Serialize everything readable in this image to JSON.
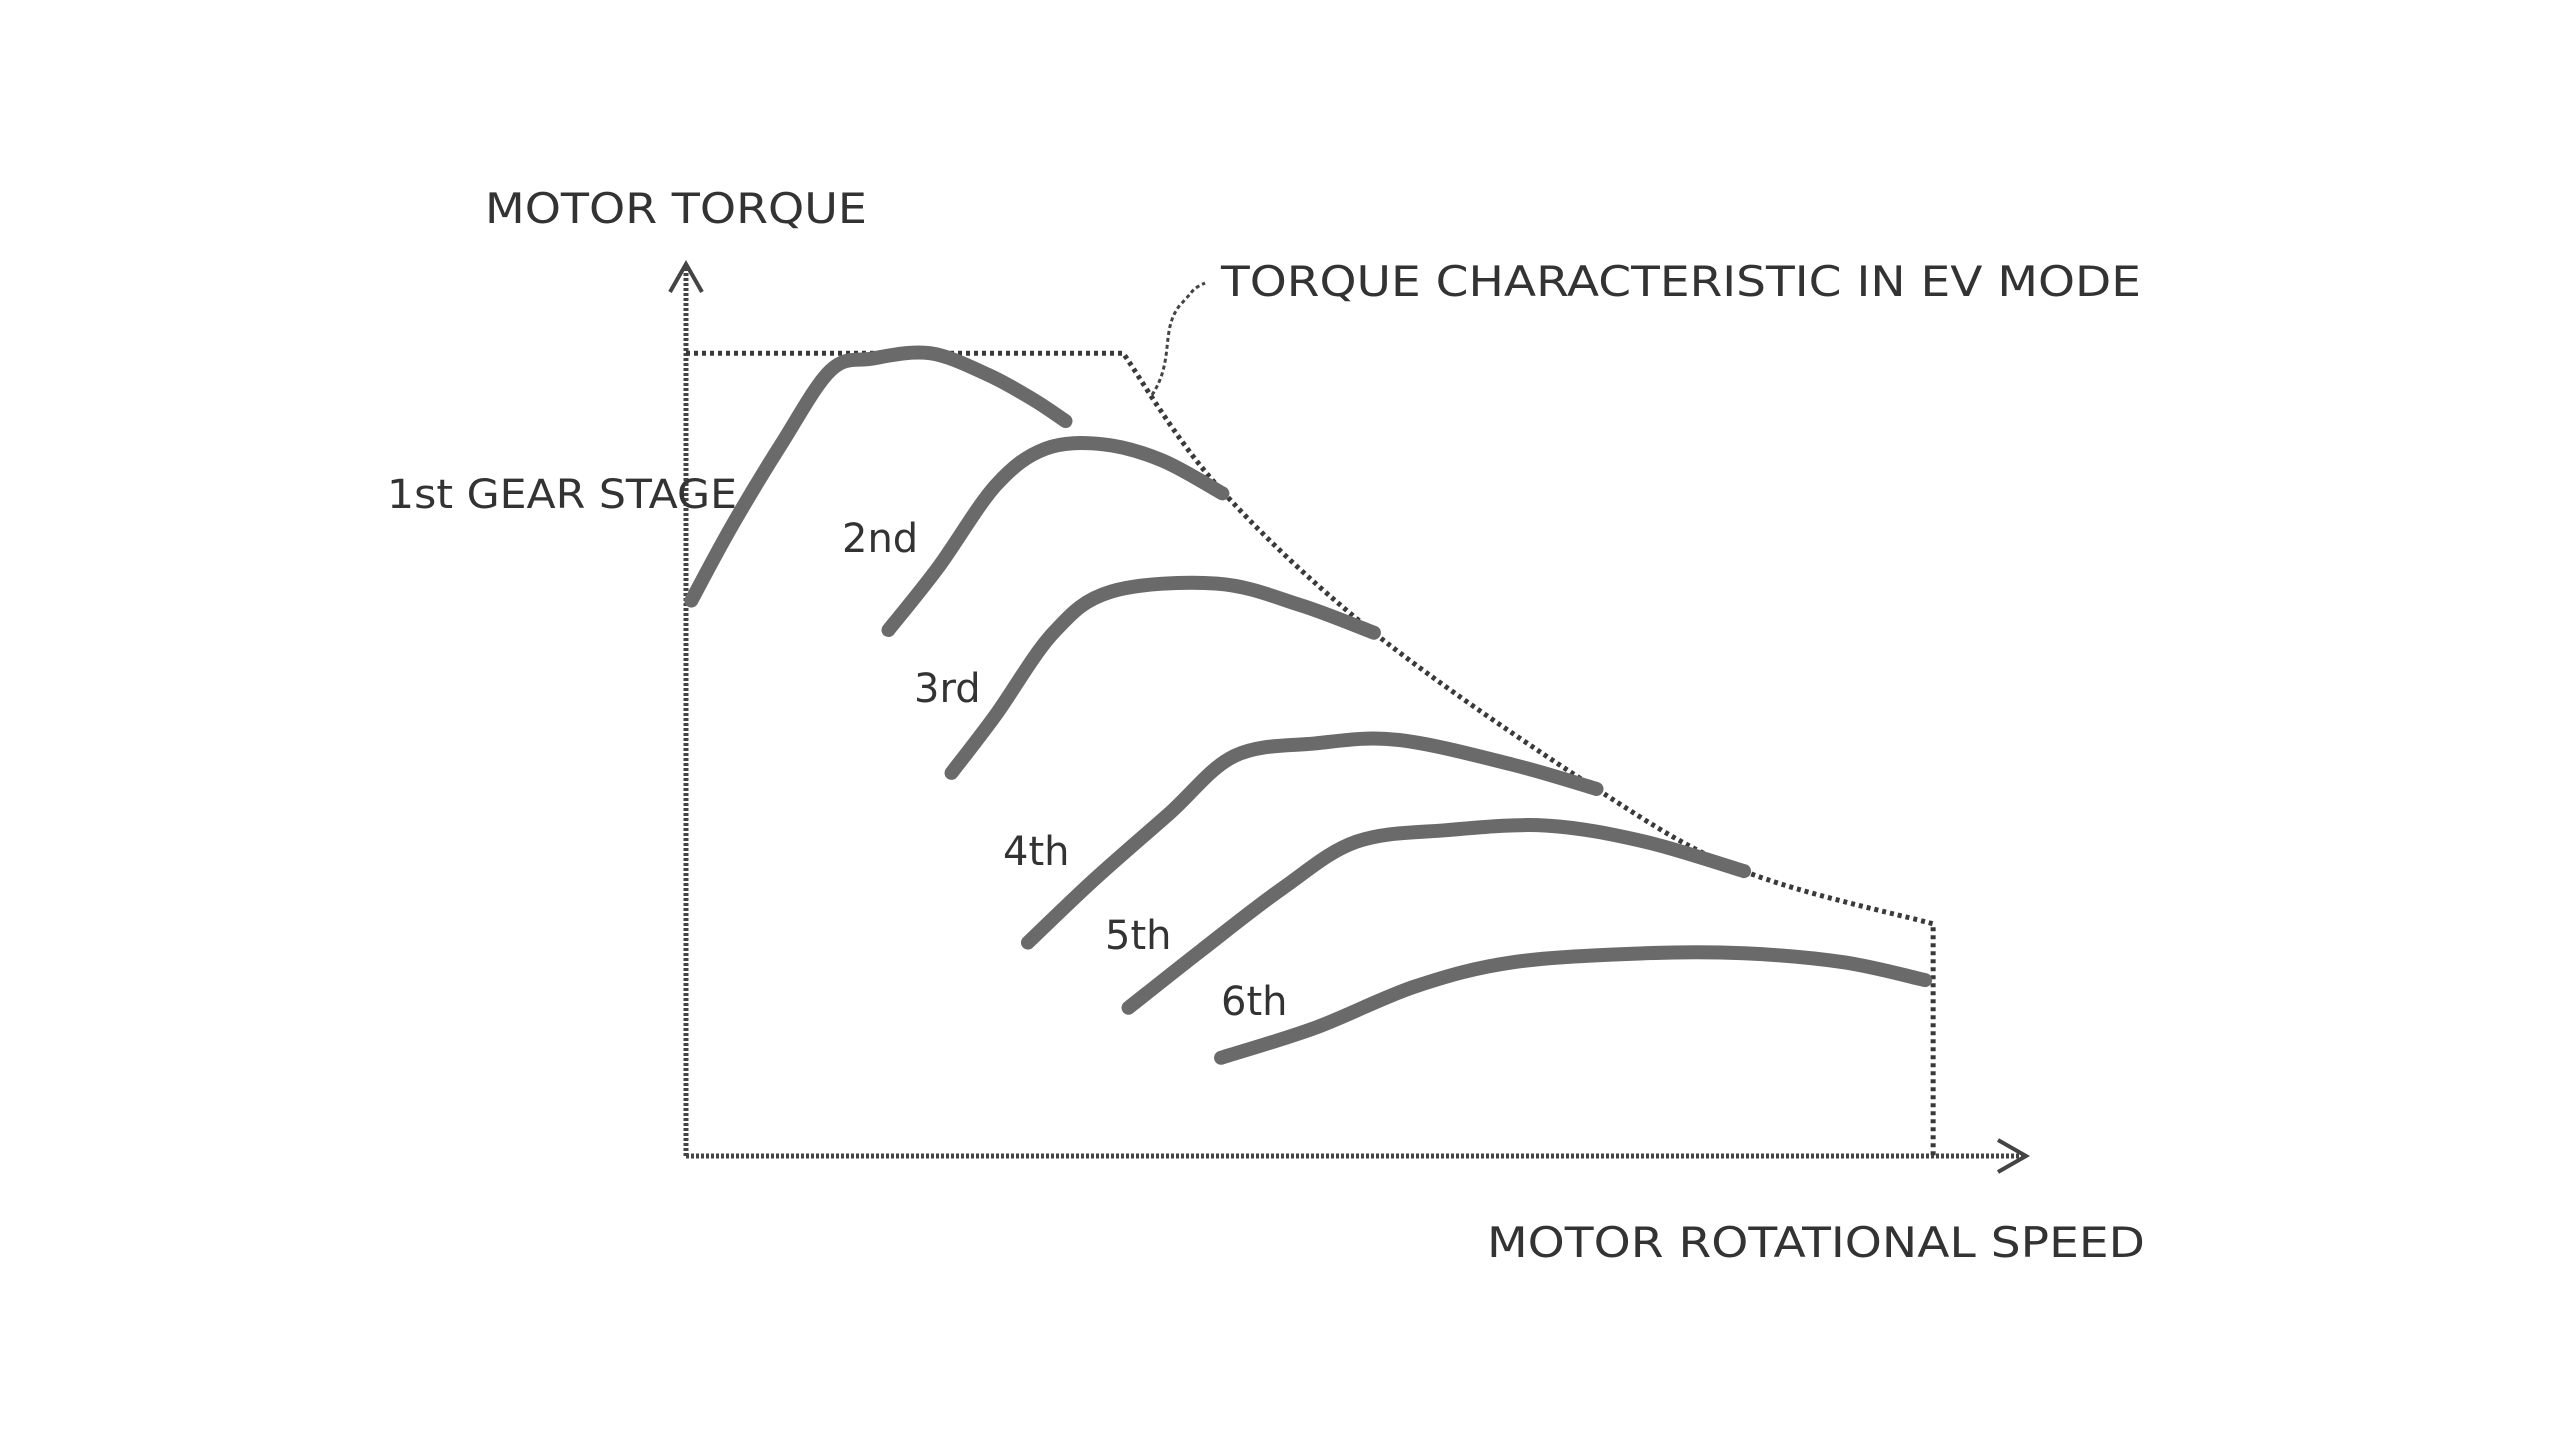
{
  "chart_data": {
    "type": "line",
    "title": "",
    "xlabel": "MOTOR ROTATIONAL SPEED",
    "ylabel": "MOTOR TORQUE",
    "xlim": [
      0,
      100
    ],
    "ylim": [
      0,
      100
    ],
    "grid": false,
    "annotation": "TORQUE CHARACTERISTIC IN EV MODE",
    "colors": {
      "gear": "#6a6a6a",
      "ev": "#3a3a3a",
      "axis": "#444444"
    },
    "ev_curve": {
      "name": "TORQUE CHARACTERISTIC IN EV MODE",
      "points": [
        [
          0,
          89.9
        ],
        [
          32.6,
          89.9
        ],
        [
          39.6,
          75.1
        ],
        [
          51.3,
          58.6
        ],
        [
          67.9,
          41.1
        ],
        [
          78.9,
          31.9
        ],
        [
          93,
          26
        ],
        [
          93,
          0
        ]
      ]
    },
    "series": [
      {
        "name": "1st GEAR STAGE",
        "points": [
          [
            0.4,
            62.2
          ],
          [
            3.4,
            70.5
          ],
          [
            7.1,
            79.7
          ],
          [
            10.8,
            88
          ],
          [
            13.9,
            89.3
          ],
          [
            18.2,
            89.9
          ],
          [
            22.5,
            87.5
          ],
          [
            25.9,
            84.7
          ],
          [
            28.3,
            82.3
          ]
        ]
      },
      {
        "name": "2nd",
        "points": [
          [
            15.1,
            58.9
          ],
          [
            18.8,
            65.9
          ],
          [
            23.1,
            75.1
          ],
          [
            26.8,
            79.2
          ],
          [
            31.1,
            79.7
          ],
          [
            35.5,
            77.9
          ],
          [
            40,
            74.2
          ]
        ]
      },
      {
        "name": "3rd",
        "points": [
          [
            19.8,
            42.9
          ],
          [
            23.1,
            49.4
          ],
          [
            27.4,
            58.6
          ],
          [
            31.7,
            63.2
          ],
          [
            39.6,
            64.1
          ],
          [
            45.8,
            61.7
          ],
          [
            51.3,
            58.6
          ]
        ]
      },
      {
        "name": "4th",
        "points": [
          [
            25.5,
            23.9
          ],
          [
            30.4,
            30.9
          ],
          [
            36,
            38.3
          ],
          [
            40.9,
            44.8
          ],
          [
            46.9,
            46.2
          ],
          [
            53.1,
            46.6
          ],
          [
            61.7,
            43.8
          ],
          [
            67.9,
            41.1
          ]
        ]
      },
      {
        "name": "5th",
        "points": [
          [
            33,
            16.6
          ],
          [
            38.4,
            23
          ],
          [
            44.5,
            30
          ],
          [
            50,
            35.2
          ],
          [
            56.8,
            36.5
          ],
          [
            64.2,
            37
          ],
          [
            71.5,
            35.2
          ],
          [
            78.9,
            31.9
          ]
        ]
      },
      {
        "name": "6th",
        "points": [
          [
            39.9,
            11
          ],
          [
            47,
            14.4
          ],
          [
            54.4,
            19
          ],
          [
            61.7,
            21.7
          ],
          [
            71.5,
            22.7
          ],
          [
            78.9,
            22.7
          ],
          [
            86.3,
            21.7
          ],
          [
            92.4,
            19.7
          ]
        ]
      }
    ]
  }
}
